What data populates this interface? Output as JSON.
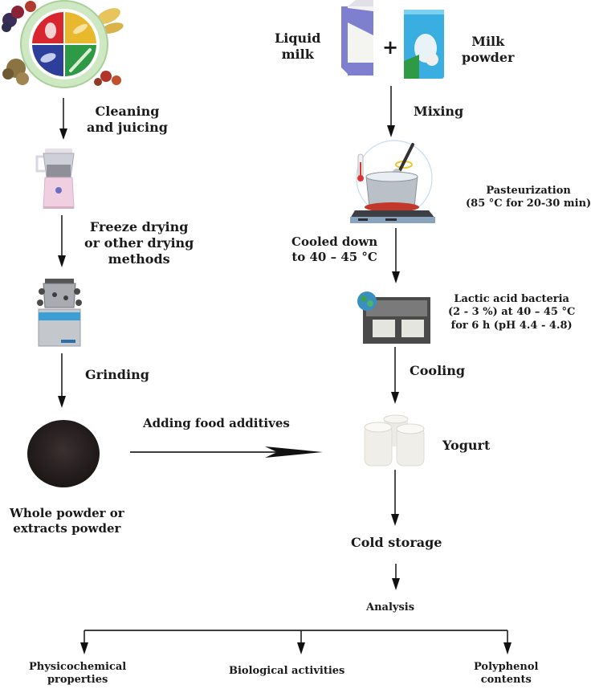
{
  "left_flow": {
    "source": {
      "icon": "healthy-plate-fruits-vegetables-icon"
    },
    "steps": [
      {
        "label_lines": [
          "Cleaning",
          "and juicing"
        ]
      },
      {
        "label_lines": [
          "Freeze drying",
          "or other drying",
          "methods"
        ]
      },
      {
        "label_lines": [
          "Grinding"
        ]
      }
    ],
    "juicer": {
      "icon": "juicer-blender-icon"
    },
    "dryer": {
      "icon": "freeze-dryer-icon"
    },
    "powder": {
      "icon": "powder-pile-icon",
      "label_lines": [
        "Whole powder or",
        "extracts powder"
      ]
    }
  },
  "connector": {
    "label": "Adding food additives"
  },
  "right_flow": {
    "inputs": {
      "liquid_milk": {
        "label_lines": [
          "Liquid",
          "milk"
        ]
      },
      "plus": "+",
      "milk_powder": {
        "label_lines": [
          "Milk",
          "powder"
        ]
      }
    },
    "mixing": {
      "label": "Mixing"
    },
    "pasteurization": {
      "label_lines": [
        "Pasteurization",
        "(85 °C for 20-30 min)"
      ]
    },
    "cooled": {
      "label_lines": [
        "Cooled down",
        "to 40 – 45 °C"
      ]
    },
    "fermentation": {
      "label_lines": [
        "Lactic acid bacteria",
        "(2 - 3 %) at 40 – 45 °C",
        "for 6 h (pH 4.4 - 4.8)"
      ]
    },
    "cooling": {
      "label": "Cooling"
    },
    "yogurt": {
      "label": "Yogurt"
    },
    "cold_storage": {
      "label": "Cold storage"
    }
  },
  "analysis": {
    "title": "Analysis",
    "branches": [
      {
        "label_lines": [
          "Physicochemical",
          "properties"
        ]
      },
      {
        "label_lines": [
          "Biological activities"
        ]
      },
      {
        "label_lines": [
          "Polyphenol",
          "contents"
        ]
      }
    ]
  },
  "colors": {
    "plate_red": "#d8262f",
    "plate_yellow": "#e8b92c",
    "plate_blue": "#2d3f9b",
    "plate_green": "#2f9a45",
    "plate_rim": "#cfe8c4",
    "carton_blue": "#7f7fd0",
    "powder_bag": "#3aaee0",
    "powder_dark": "#2b2322"
  }
}
